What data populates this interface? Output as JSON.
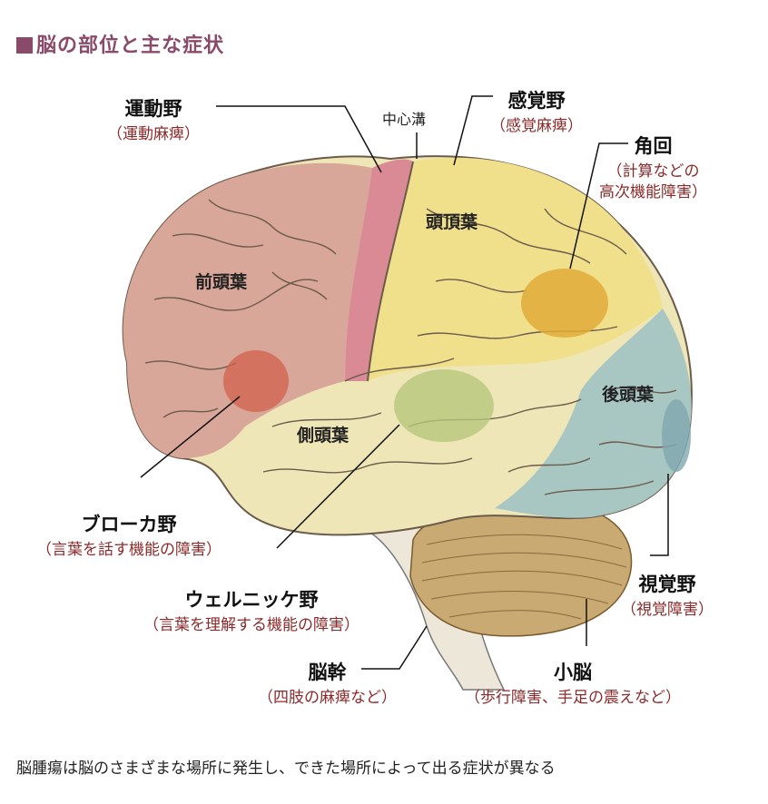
{
  "title": "脳の部位と主な症状",
  "caption": "脳腫瘍は脳のさまざまな場所に発生し、できた場所によって出る症状が異なる",
  "central_sulcus": "中心溝",
  "lobes": {
    "frontal": "前頭葉",
    "parietal": "頭頂葉",
    "temporal": "側頭葉",
    "occipital": "後頭葉"
  },
  "labels": {
    "motor": {
      "main": "運動野",
      "sub": "（運動麻痺）"
    },
    "sensory": {
      "main": "感覚野",
      "sub": "（感覚麻痺）"
    },
    "angular": {
      "main": "角回",
      "sub1": "（計算などの",
      "sub2": "高次機能障害）"
    },
    "broca": {
      "main": "ブローカ野",
      "sub": "（言葉を話す機能の障害）"
    },
    "wernicke": {
      "main": "ウェルニッケ野",
      "sub": "（言葉を理解する機能の障害）"
    },
    "brainstem": {
      "main": "脳幹",
      "sub": "（四肢の麻痺など）"
    },
    "visual": {
      "main": "視覚野",
      "sub": "（視覚障害）"
    },
    "cerebellum": {
      "main": "小脳",
      "sub": "（歩行障害、手足の震えなど）"
    }
  },
  "colors": {
    "frontal": "#d9a79a",
    "motor": "#d98a94",
    "parietal": "#f0e08c",
    "temporal": "#efe6b8",
    "occipital": "#a9c7c2",
    "cerebellum": "#c9aa72",
    "brainstem": "#ece7d8",
    "title": "#8a4a6a",
    "symptom": "#8b2a2a"
  }
}
